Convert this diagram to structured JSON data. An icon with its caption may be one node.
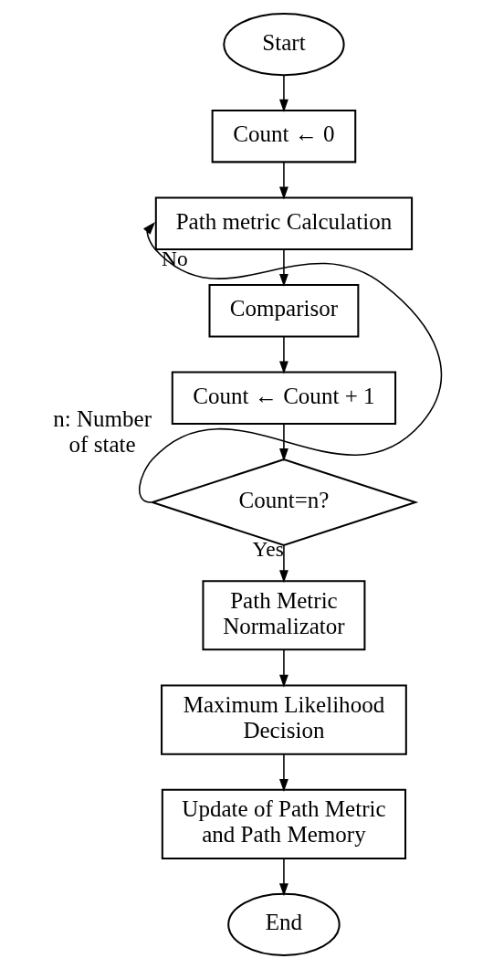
{
  "diagram": {
    "nodes": [
      {
        "text": [
          "Start"
        ]
      },
      {
        "text": [
          "Count ← 0"
        ]
      },
      {
        "text": [
          "Path metric Calculation"
        ]
      },
      {
        "text": [
          "Comparisor"
        ]
      },
      {
        "text": [
          "Count ← Count + 1"
        ]
      },
      {
        "text": [
          "Count=n?"
        ],
        "beside": [
          "n: Number of state"
        ]
      },
      {
        "text": [
          "Path Metric Normalizator"
        ]
      },
      {
        "text": [
          "Maximum Likelihood Decision"
        ]
      },
      {
        "text": [
          "Update of Path Metric and Path Memory"
        ]
      },
      {
        "text": [
          "End"
        ]
      }
    ],
    "edges": [
      {
        "from": 0,
        "to": 1,
        "arrow": "to"
      },
      {
        "from": 1,
        "to": 2,
        "arrow": "to"
      },
      {
        "from": 2,
        "to": 3,
        "arrow": "to"
      },
      {
        "from": 3,
        "to": 4,
        "arrow": "to"
      },
      {
        "from": 4,
        "to": 5,
        "arrow": "to"
      },
      {
        "from": 5,
        "to": 2,
        "arrow": "to",
        "label": "No"
      },
      {
        "from": 5,
        "to": 6,
        "arrow": "to",
        "label": "Yes"
      },
      {
        "from": 6,
        "to": 7,
        "arrow": "to"
      },
      {
        "from": 7,
        "to": 8,
        "arrow": "to"
      },
      {
        "from": 8,
        "to": 9,
        "arrow": "to"
      }
    ]
  }
}
